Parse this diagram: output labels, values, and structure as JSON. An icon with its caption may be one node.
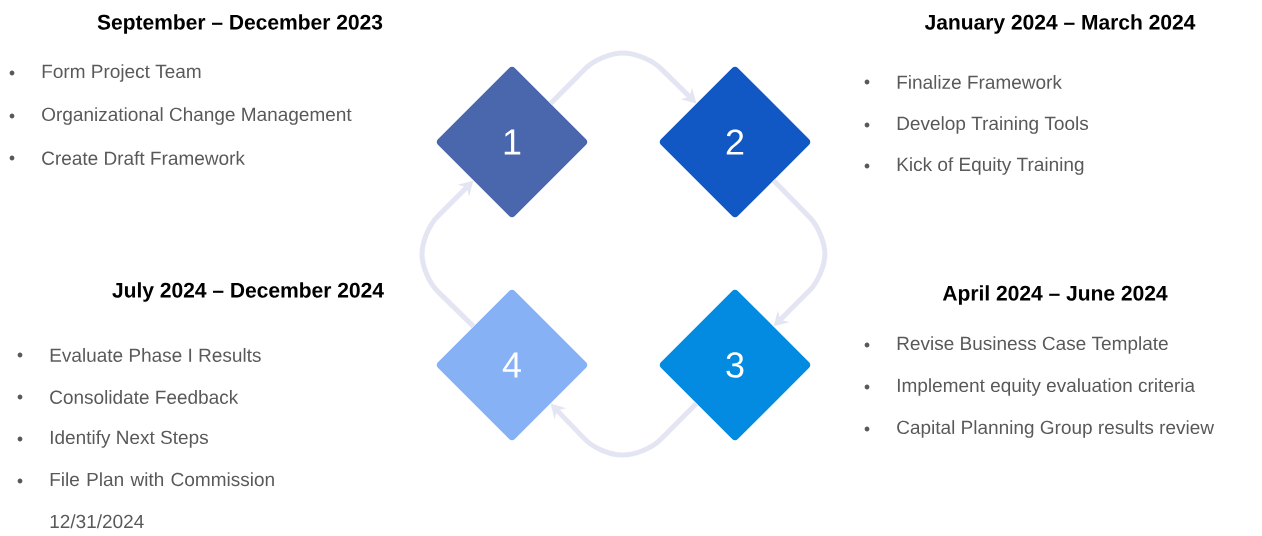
{
  "diagram": {
    "nodes": [
      {
        "text": [
          "1"
        ]
      },
      {
        "text": [
          "2"
        ]
      },
      {
        "text": [
          "3"
        ]
      },
      {
        "text": [
          "4"
        ]
      }
    ],
    "edges": [
      {
        "from": 0,
        "to": 1,
        "arrow": "to"
      },
      {
        "from": 1,
        "to": 2,
        "arrow": "to"
      },
      {
        "from": 2,
        "to": 3,
        "arrow": "to"
      },
      {
        "from": 3,
        "to": 0,
        "arrow": "to"
      }
    ],
    "labels": [
      "September – December 2023",
      "Form Project Team",
      "Organizational Change Management",
      "Create Draft Framework",
      "January 2024 – March 2024",
      "Finalize Framework",
      "Develop Training Tools",
      "Kick of Equity Training",
      "July 2024 – December 2024",
      "Evaluate Phase I Results",
      "Consolidate Feedback",
      "Identify Next Steps",
      "File Plan with Commission 12/31/2024",
      "April 2024 – June 2024",
      "Revise Business Case Template",
      "Implement equity evaluation criteria",
      "Capital Planning Group results review"
    ]
  }
}
